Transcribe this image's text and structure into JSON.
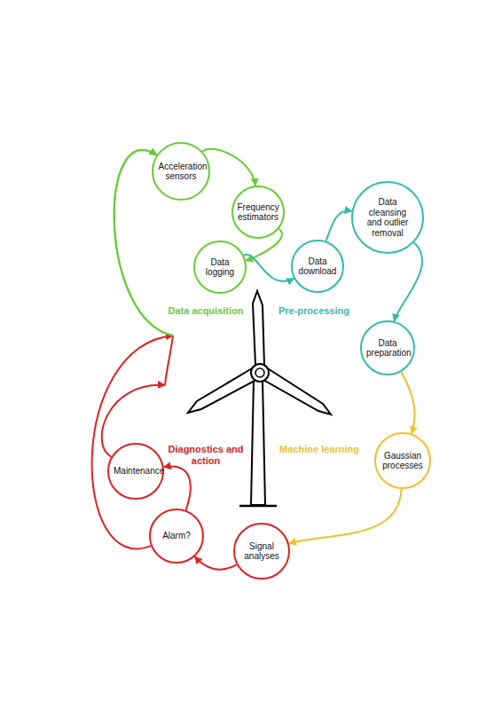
{
  "diagram": {
    "nodes": [
      {
        "text": [
          "Acceleration sensors"
        ]
      },
      {
        "text": [
          "Frequency estimators"
        ]
      },
      {
        "text": [
          "Data logging"
        ]
      },
      {
        "text": [
          "Data download"
        ]
      },
      {
        "text": [
          "Data cleansing and outlier removal"
        ]
      },
      {
        "text": [
          "Data preparation"
        ]
      },
      {
        "text": [
          "Gaussian processes"
        ]
      },
      {
        "text": [
          "Signal analyses"
        ]
      },
      {
        "text": [
          "Alarm?"
        ]
      },
      {
        "text": [
          "Maintenance"
        ]
      }
    ],
    "edges": [
      {
        "from": 0,
        "to": 1,
        "arrow": "to"
      },
      {
        "from": 1,
        "to": 2,
        "arrow": "to"
      },
      {
        "from": 2,
        "to": 3,
        "arrow": "to"
      },
      {
        "from": 3,
        "to": 4,
        "arrow": "to"
      },
      {
        "from": 4,
        "to": 5,
        "arrow": "to"
      },
      {
        "from": 5,
        "to": 6,
        "arrow": "to"
      },
      {
        "from": 6,
        "to": 7,
        "arrow": "to"
      },
      {
        "from": 7,
        "to": 8,
        "arrow": "to"
      },
      {
        "from": 8,
        "to": 9,
        "arrow": "to"
      },
      {
        "from": 8,
        "to": 0,
        "arrow": "to"
      },
      {
        "from": 9,
        "to": 0,
        "arrow": "to"
      }
    ],
    "labels": [
      "Data acquisition",
      "Pre-processing",
      "Machine learning",
      "Diagnostics and action"
    ]
  }
}
